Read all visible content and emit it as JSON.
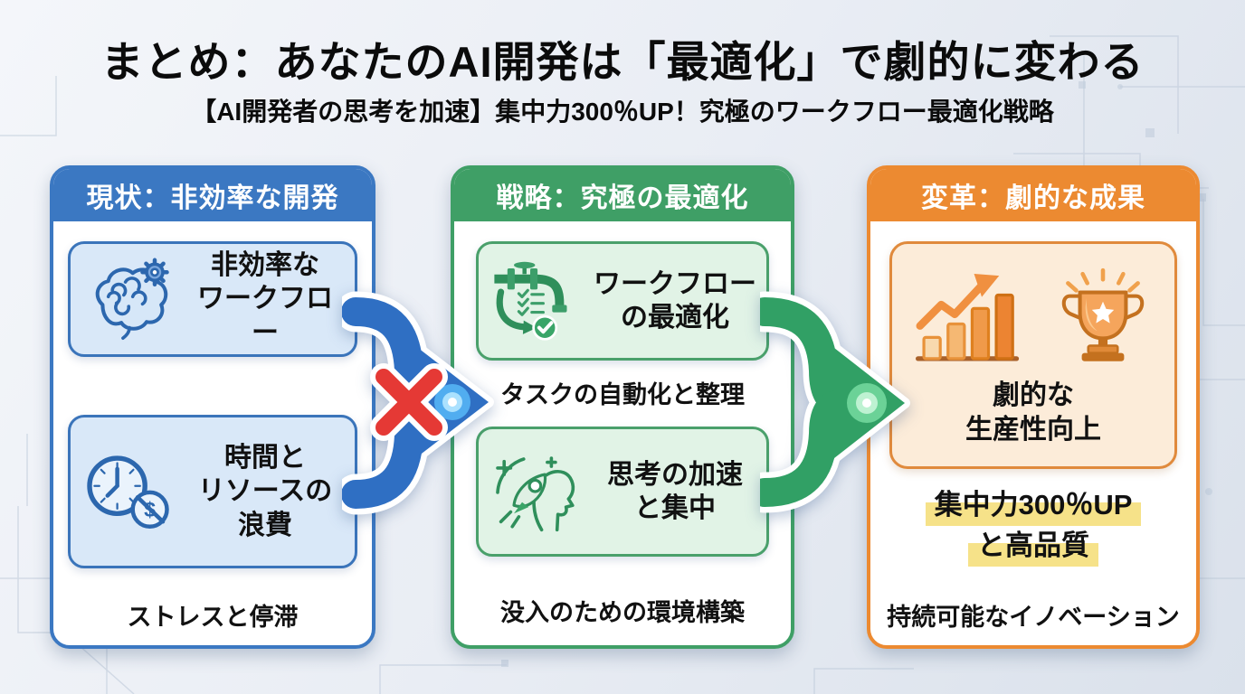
{
  "slide": {
    "title": "まとめ：あなたのAI開発は「最適化」で劇的に変わる",
    "subtitle": "【AI開発者の思考を加速】集中力300％UP！究極のワークフロー最適化戦略"
  },
  "panels": [
    {
      "header": "現状：非効率な開発",
      "accent": "#3b78c2",
      "cards": [
        {
          "icon": "tangled-brain-gear-icon",
          "label": "非効率な\nワークフロー"
        },
        {
          "icon": "clock-wasted-money-icon",
          "label": "時間と\nリソースの\n浪費"
        }
      ],
      "footer": "ストレスと停滞"
    },
    {
      "header": "戦略：究極の最適化",
      "accent": "#3f9f66",
      "cards": [
        {
          "icon": "workflow-pipeline-icon",
          "label": "ワークフロー\nの最適化"
        },
        {
          "icon": "rocket-mind-icon",
          "label": "思考の加速\nと集中"
        }
      ],
      "caption": "タスクの自動化と整理",
      "footer": "没入のための環境構築"
    },
    {
      "header": "変革：劇的な成果",
      "accent": "#ec8a31",
      "cards": [
        {
          "icons": [
            "growth-chart-icon",
            "trophy-icon"
          ],
          "label": "劇的な\n生産性向上"
        }
      ],
      "highlight": {
        "lines": [
          "集中力300％UP",
          "と高品質"
        ],
        "color": "#f6e289"
      },
      "footer": "持続可能なイノベーション"
    }
  ],
  "arrows": [
    {
      "name": "blocked-flow-arrow",
      "color": "#2f6fc3",
      "overlay": "red-x",
      "overlay_color": "#e53935"
    },
    {
      "name": "growth-flow-arrow",
      "color": "#31a065"
    }
  ]
}
